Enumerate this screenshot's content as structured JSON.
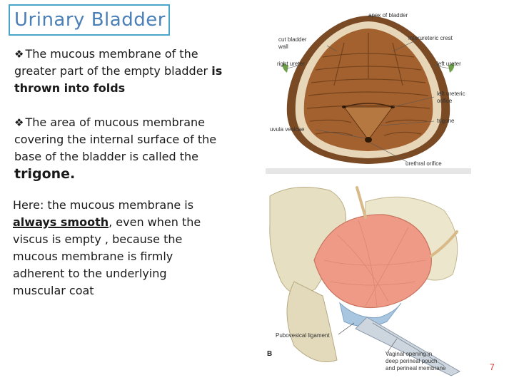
{
  "title": "Urinary Bladder",
  "bullet1": {
    "marker": "❖",
    "text_a": "The mucous membrane of the greater part of the empty bladder ",
    "text_bold": "is thrown into folds"
  },
  "bullet2": {
    "marker": "❖",
    "text_a": "The area of mucous membrane covering the internal surface of the base of the bladder is called the",
    "text_big": "trigone."
  },
  "paragraph": {
    "text_a": "Here: the mucous membrane is ",
    "text_underlined": "always smooth",
    "text_b": ", even when the viscus is empty , because the mucous membrane is firmly adherent to the underlying muscular coat"
  },
  "figure_top": {
    "labels": {
      "apex": "apex of bladder",
      "cut_wall_1": "cut bladder",
      "cut_wall_2": "wall",
      "interureteric": "interureteric crest",
      "right_ureter": "right ureter",
      "left_ureter": "left ureter",
      "left_orifice_1": "left ureteric",
      "left_orifice_2": "orifice",
      "trigone": "trigone",
      "uvula": "uvula vesicae",
      "urethral": "urethral orifice"
    }
  },
  "figure_bottom": {
    "labels": {
      "pubovesical": "Pubovesical ligament",
      "panel": "B",
      "vaginal_1": "Vaginal opening in",
      "vaginal_2": "deep perineal pouch",
      "vaginal_3": "and perineal membrane"
    }
  },
  "page_number": "7",
  "colors": {
    "title_text": "#4a7fb8",
    "title_border": "#4aa6c9",
    "page_number": "#d0322c",
    "bladder_wall": "#7a4a24",
    "mucosa": "#a2612f",
    "bladder_pink": "#ee9a86"
  }
}
